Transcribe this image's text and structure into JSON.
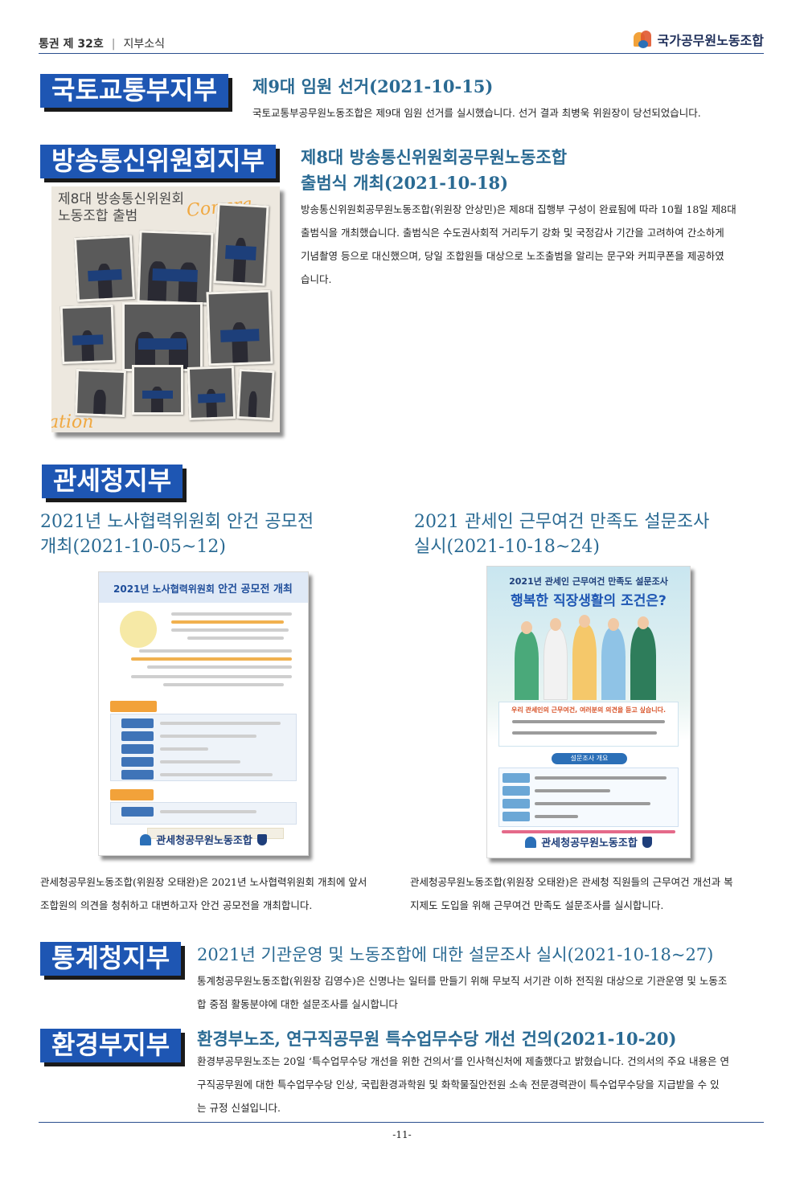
{
  "header": {
    "issue": "통권 제 32호",
    "separator": "|",
    "section": "지부소식",
    "org_logo_text": "국가공무원노동조합"
  },
  "articles": [
    {
      "branch": "국토교통부지부",
      "title": "제9대 임원 선거(2021-10-15)",
      "body": "국토교통부공무원노동조합은 제9대 임원 선거를 실시했습니다. 선거 결과 최병욱 위원장이 당선되었습니다."
    },
    {
      "branch": "방송통신위원회지부",
      "title_line1": "제8대 방송통신위원회공무원노동조합",
      "title_line2": "출범식 개최(2021-10-18)",
      "body_lines": [
        "방송통신위원회공무원노동조합(위원장 안상민)은 제8대 집행부 구성이 완료됨에 따라 10월 18일 제8대",
        "출범식을 개최했습니다. 출범식은 수도권사회적 거리두기 강화 및 국정감사 기간을 고려하여 간소하게",
        "기념촬영 등으로 대신했으며, 당일 조합원들 대상으로 노조출범을 알리는 문구와 커피쿠폰을 제공하였",
        "습니다."
      ],
      "photo": {
        "title_line1": "제8대 방송통신위원회",
        "title_line2": "노동조합 출범",
        "deco_top": "Congra",
        "deco_bottom": "ation"
      }
    },
    {
      "branch": "관세청지부",
      "left": {
        "title_line1": "2021년 노사협력위원회 안건 공모전",
        "title_line2": "개최(2021-10-05~12)",
        "poster_heading_plain": "2021년 노사협력위원회",
        "poster_heading_bold": "안건 공모전 개최",
        "poster_footer": "관세청공무원노동조합",
        "body_lines": [
          "관세청공무원노동조합(위원장 오태완)은 2021년 노사협력위원회 개최에 앞서",
          "조합원의 의견을 청취하고 대변하고자 안건 공모전을 개최합니다."
        ]
      },
      "right": {
        "title_line1": "2021 관세인 근무여건 만족도 설문조사",
        "title_line2": "실시(2021-10-18~24)",
        "poster_heading_small": "2021년 관세인 근무여건 만족도 설문조사",
        "poster_heading_big": "행복한 직장생활의 조건은?",
        "poster_message": "우리 관세인의 근무여건, 여러분의 의견을 듣고 싶습니다.",
        "poster_section": "설문조사 개요",
        "poster_footer": "관세청공무원노동조합",
        "body_lines": [
          "관세청공무원노동조합(위원장 오태완)은 관세청 직원들의 근무여건 개선과 복",
          "지제도 도입을 위해 근무여건  만족도 설문조사를 실시합니다."
        ]
      }
    },
    {
      "branch": "통계청지부",
      "title": "2021년 기관운영 및 노동조합에 대한 설문조사 실시(2021-10-18~27)",
      "body_lines": [
        "통계청공무원노동조합(위원장 김영수)은 신명나는 일터를 만들기 위해 무보직 서기관 이하 전직원 대상으로 기관운영 및 노동조",
        "합 중점 활동분야에 대한 설문조사를 실시합니다"
      ]
    },
    {
      "branch": "환경부지부",
      "title": "환경부노조, 연구직공무원 특수업무수당 개선 건의(2021-10-20)",
      "body_lines": [
        "환경부공무원노조는 20일 ‘특수업무수당 개선을 위한 건의서’를 인사혁신처에 제출했다고 밝혔습니다. 건의서의 주요 내용은 연",
        "구직공무원에 대한 특수업무수당 인상, 국립환경과학원 및 화학물질안전원 소속 전문경력관이 특수업무수당을 지급받을 수 있",
        "는 규정 신설입니다."
      ]
    }
  ],
  "footer": {
    "page_number": "-11-"
  },
  "colors": {
    "tag_bg": "#1e56b3",
    "title": "#2a6a93",
    "rule": "#2a4e8e",
    "accent_orange": "#f2a23a"
  }
}
